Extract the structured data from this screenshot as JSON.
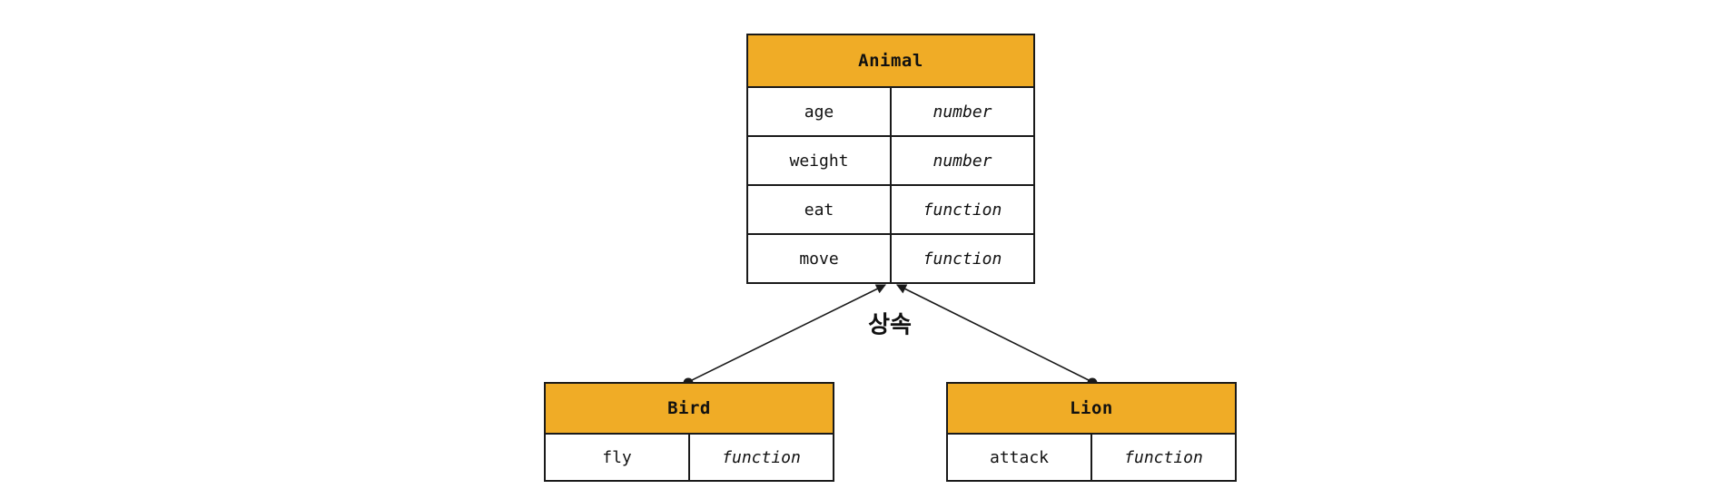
{
  "diagram": {
    "relationship_label": "상속",
    "colors": {
      "header_bg": "#F0AC26",
      "border": "#1A1A1A",
      "text": "#111111",
      "canvas_bg": "#FFFFFF"
    },
    "classes": [
      {
        "name": "Animal",
        "members": [
          {
            "name": "age",
            "type": "number"
          },
          {
            "name": "weight",
            "type": "number"
          },
          {
            "name": "eat",
            "type": "function"
          },
          {
            "name": "move",
            "type": "function"
          }
        ]
      },
      {
        "name": "Bird",
        "members": [
          {
            "name": "fly",
            "type": "function"
          }
        ]
      },
      {
        "name": "Lion",
        "members": [
          {
            "name": "attack",
            "type": "function"
          }
        ]
      }
    ]
  }
}
